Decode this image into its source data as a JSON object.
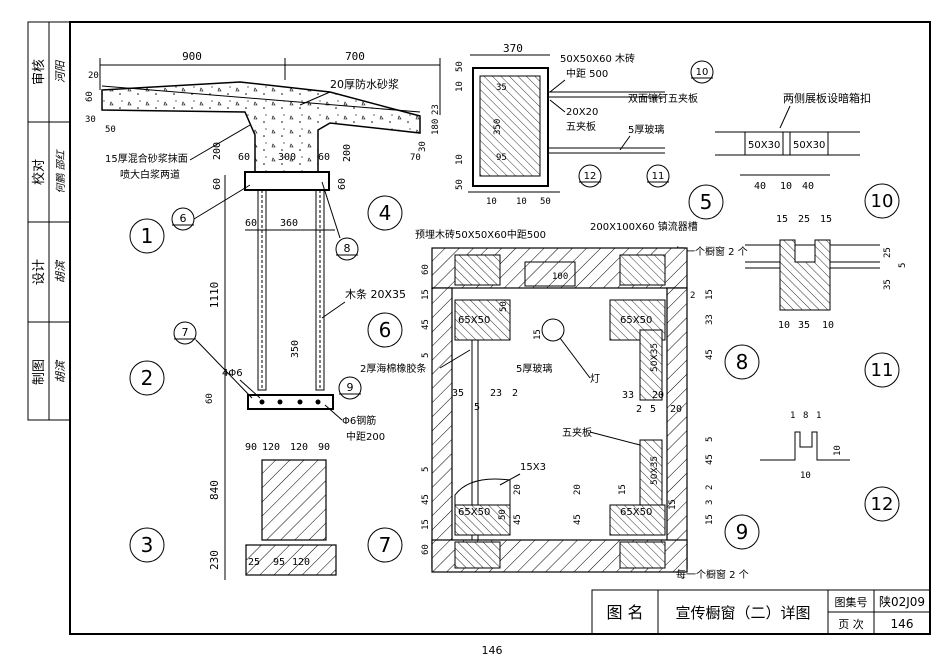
{
  "side_bar": {
    "rows": [
      {
        "label": "审核",
        "sign": "河阳"
      },
      {
        "label": "校对",
        "sign": "何鹏 邵红"
      },
      {
        "label": "设计",
        "sign": "胡滨"
      },
      {
        "label": "制图",
        "sign": "胡滨"
      }
    ]
  },
  "title_block": {
    "name_label": "图 名",
    "title": "宣传橱窗（二）详图",
    "atlas_label": "图集号",
    "atlas_no": "陕02J09",
    "page_label": "页 次",
    "page_no": "146"
  },
  "page_number": "146",
  "detail_numbers": [
    "1",
    "2",
    "3",
    "4",
    "5",
    "6",
    "7",
    "8",
    "9",
    "10",
    "11",
    "12"
  ],
  "callouts": [
    "6",
    "7",
    "8",
    "9",
    "10",
    "11",
    "12"
  ],
  "dims": {
    "d900": "900",
    "d700": "700",
    "d20a": "20",
    "d60a": "60",
    "d30": "30",
    "d50a": "50",
    "d23": "23",
    "d180": "180",
    "d30b": "30",
    "d70": "70",
    "d200a": "200",
    "d60b": "60",
    "d300": "300",
    "d60c": "60",
    "d200b": "200",
    "d60d": "60",
    "d60e": "60",
    "d360": "360",
    "d1110": "1110",
    "d350": "350",
    "d60f": "60",
    "d90a": "90",
    "d120a": "120",
    "d120b": "120",
    "d90b": "90",
    "d840": "840",
    "d230": "230",
    "d25": "25",
    "d95": "95",
    "d120c": "120",
    "d370": "370",
    "d50b": "50",
    "d10a": "10",
    "d35a": "35",
    "d350b": "350",
    "d95b": "95",
    "d10b": "10",
    "d50c": "50",
    "d10c": "10",
    "d10d": "10",
    "d50d": "50",
    "d40a": "40",
    "d10e": "10",
    "d40b": "40",
    "d15a": "15",
    "d25b": "25",
    "d15b": "15",
    "d25c": "25",
    "d5a": "5",
    "d35b": "35",
    "d10f": "10",
    "d35c": "35",
    "d10g": "10",
    "d1a": "1",
    "d8": "8",
    "d1b": "1",
    "d10h": "10",
    "d10i": "10",
    "d60g": "60",
    "d15c": "15",
    "d45a": "45",
    "d100": "100",
    "d50e": "50",
    "d15d": "15",
    "d2a": "2",
    "d33a": "33",
    "d15e": "15",
    "d45b": "45",
    "d5b": "5",
    "d35d": "35",
    "d23b": "23",
    "d2b": "2",
    "d5c": "5",
    "d33b": "33",
    "d20b": "20",
    "d2c": "2",
    "d5d": "5",
    "d45c": "45",
    "d2d": "2",
    "d5e": "5",
    "d20c": "20",
    "d45d": "45",
    "d15f": "15",
    "d60h": "60",
    "d5f": "5",
    "d45e": "45",
    "d20d": "20",
    "d15g": "15",
    "d15h": "15",
    "d45f": "45",
    "d3": "3",
    "d15i": "15",
    "d50f": "50"
  },
  "notes": {
    "mortar_top": "20厚防水砂浆",
    "mortar_bottom_1": "15厚混合砂浆抹面",
    "mortar_bottom_2": "喷大白浆两道",
    "wood_brick_top": "50X50X60 木砖",
    "spacing_500": "中距 500",
    "plywood_nail": "双面镶钉五夹板",
    "strip_20x20": "20X20",
    "plywood_5": "五夹板",
    "glass_5": "5厚玻璃",
    "hidden_latch": "两侧展板设暗箱扣",
    "size_50x30a": "50X30",
    "size_50x30b": "50X30",
    "wood_strip": "木条 20X35",
    "rebar_4d6": "4Φ6",
    "rebar_d6": "Φ6钢筋",
    "rebar_spacing": "中距200",
    "pre_wood_brick": "预埋木砖50X50X60中距500",
    "lamp_slot": "200X100X60 镇流器槽",
    "per_window_top": "每一个橱窗 2 个",
    "size_65x50a": "65X50",
    "size_65x50b": "65X50",
    "size_50x35a": "50X35",
    "sponge_rubber": "2厚海棉橡胶条",
    "glass_5b": "5厚玻璃",
    "lamp": "灯",
    "plywood_5b": "五夹板",
    "size_15x3": "15X3",
    "size_65x50c": "65X50",
    "size_65x50d": "65X50",
    "size_50x35b": "50X35",
    "per_window_bottom": "每一个橱窗 2 个"
  }
}
